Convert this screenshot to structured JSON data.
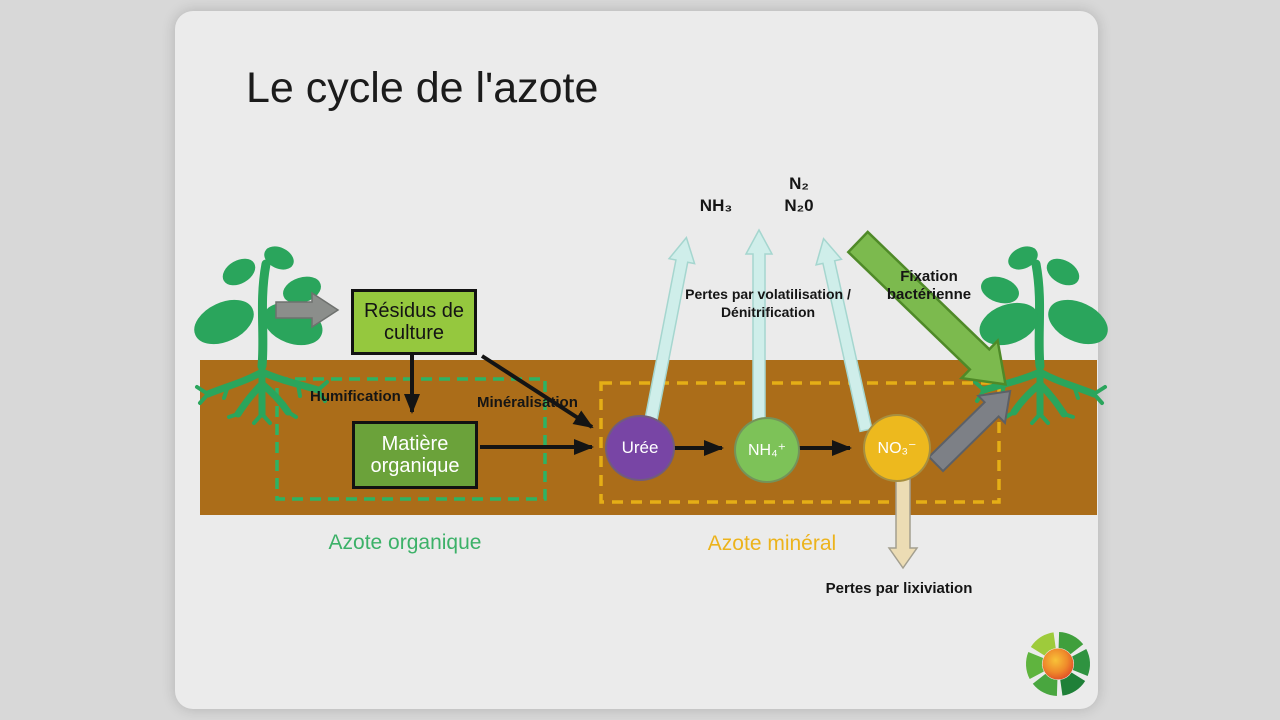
{
  "title": "Le cycle de l'azote",
  "boxes": {
    "residus": "Résidus de culture",
    "matiere": "Matière organique"
  },
  "process_labels": {
    "humification": "Humification",
    "mineralisation": "Minéralisation"
  },
  "nodes": {
    "uree": "Urée",
    "nh4": "NH₄⁺",
    "no3": "NO₃⁻"
  },
  "gases": {
    "nh3": "NH₃",
    "n2": "N₂",
    "n2o": "N₂0"
  },
  "annotations": {
    "volatilisation_line1": "Pertes par volatilisation /",
    "volatilisation_line2": "Dénitrification",
    "fixation_line1": "Fixation",
    "fixation_line2": "bactérienne",
    "lixiviation": "Pertes par lixiviation"
  },
  "zones": {
    "organique": "Azote organique",
    "mineral": "Azote minéral"
  },
  "colors": {
    "outer_bg": "#d8d8d8",
    "slide_bg": "#ebebeb",
    "soil": "#ab6d19",
    "organic_zone_green": "#2db364",
    "mineral_zone_yellow": "#e5ae16",
    "residus_box": "#95c83e",
    "matiere_box": "#6ba23a",
    "uree_circle": "#7845a5",
    "nh4_circle": "#7dc258",
    "no3_circle": "#edb91e",
    "plant_green": "#2aa55c",
    "volatilisation_arrow": "#cfeeea",
    "fixation_arrow": "#7cba4e",
    "lixiviation_arrow": "#ecdcb4",
    "logo_center_orange": "#e8622c"
  }
}
